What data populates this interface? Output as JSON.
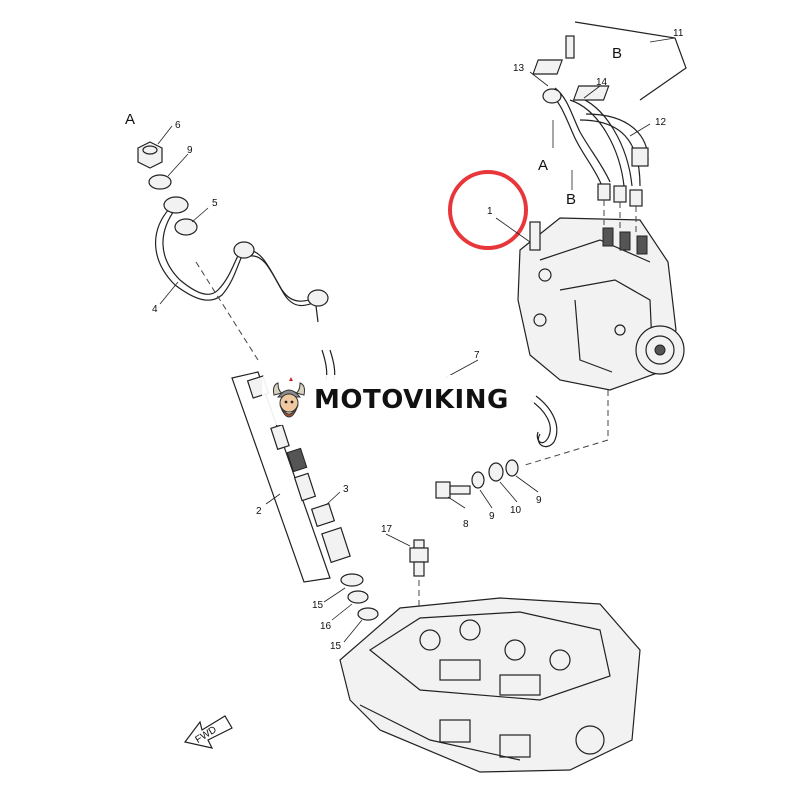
{
  "brand": {
    "name": "MOTOVIKING"
  },
  "callouts": {
    "n1": "1",
    "n2": "2",
    "n3": "3",
    "n4": "4",
    "n5": "5",
    "n6": "6",
    "n7": "7",
    "n8": "8",
    "n9a": "9",
    "n9b": "9",
    "n9c": "9",
    "n10": "10",
    "n11": "11",
    "n12": "12",
    "n13": "13",
    "n14": "14",
    "n15a": "15",
    "n15b": "15",
    "n16": "16",
    "n17": "17",
    "refA1": "A",
    "refA2": "A",
    "refB1": "B",
    "refB2": "B"
  },
  "direction": {
    "label": "FWD"
  },
  "highlight": {
    "color": "#e8373b",
    "part": "1"
  },
  "colors": {
    "line": "#222222",
    "brand_text": "#111111"
  }
}
